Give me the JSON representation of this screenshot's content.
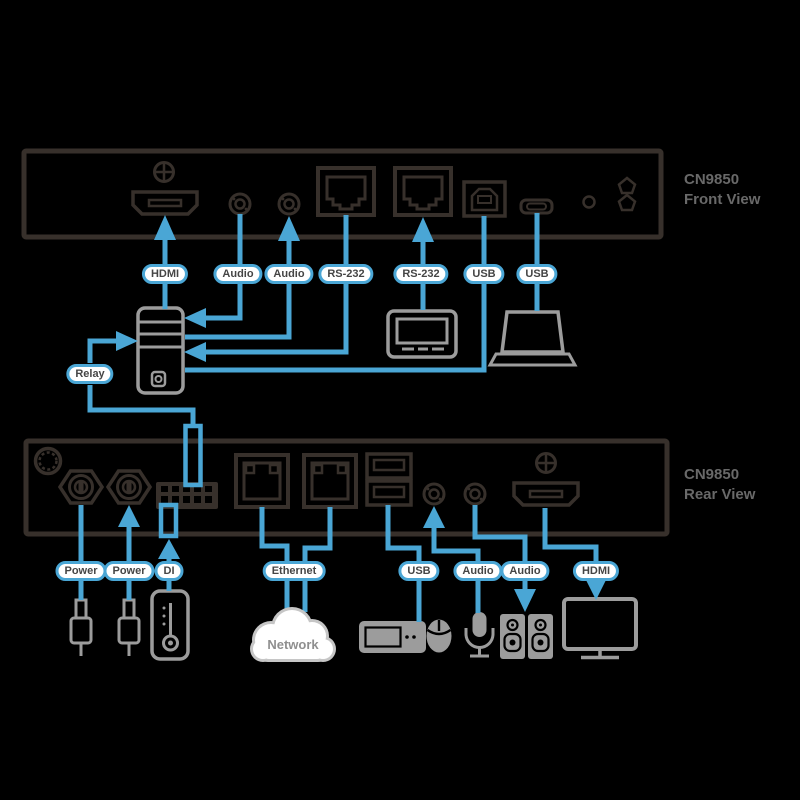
{
  "colors": {
    "accent_blue": "#4AA6D5",
    "panel_line": "#37302B",
    "device_gray": "#9C9C9C",
    "pill_text": "#454545",
    "title_text": "#696969",
    "network_text": "#8F8F8F"
  },
  "front_panel": {
    "model": "CN9850",
    "view": "Front View",
    "labels": {
      "hdmi": "HDMI",
      "audio1": "Audio",
      "audio2": "Audio",
      "rs232_1": "RS-232",
      "rs232_2": "RS-232",
      "usb1": "USB",
      "usb2": "USB"
    }
  },
  "rear_panel": {
    "model": "CN9850",
    "view": "Rear View",
    "labels": {
      "power1": "Power",
      "power2": "Power",
      "di": "DI",
      "ethernet": "Ethernet",
      "usb": "USB",
      "audio1": "Audio",
      "audio2": "Audio",
      "hdmi": "HDMI"
    }
  },
  "relay_label": "Relay",
  "network_label": "Network"
}
